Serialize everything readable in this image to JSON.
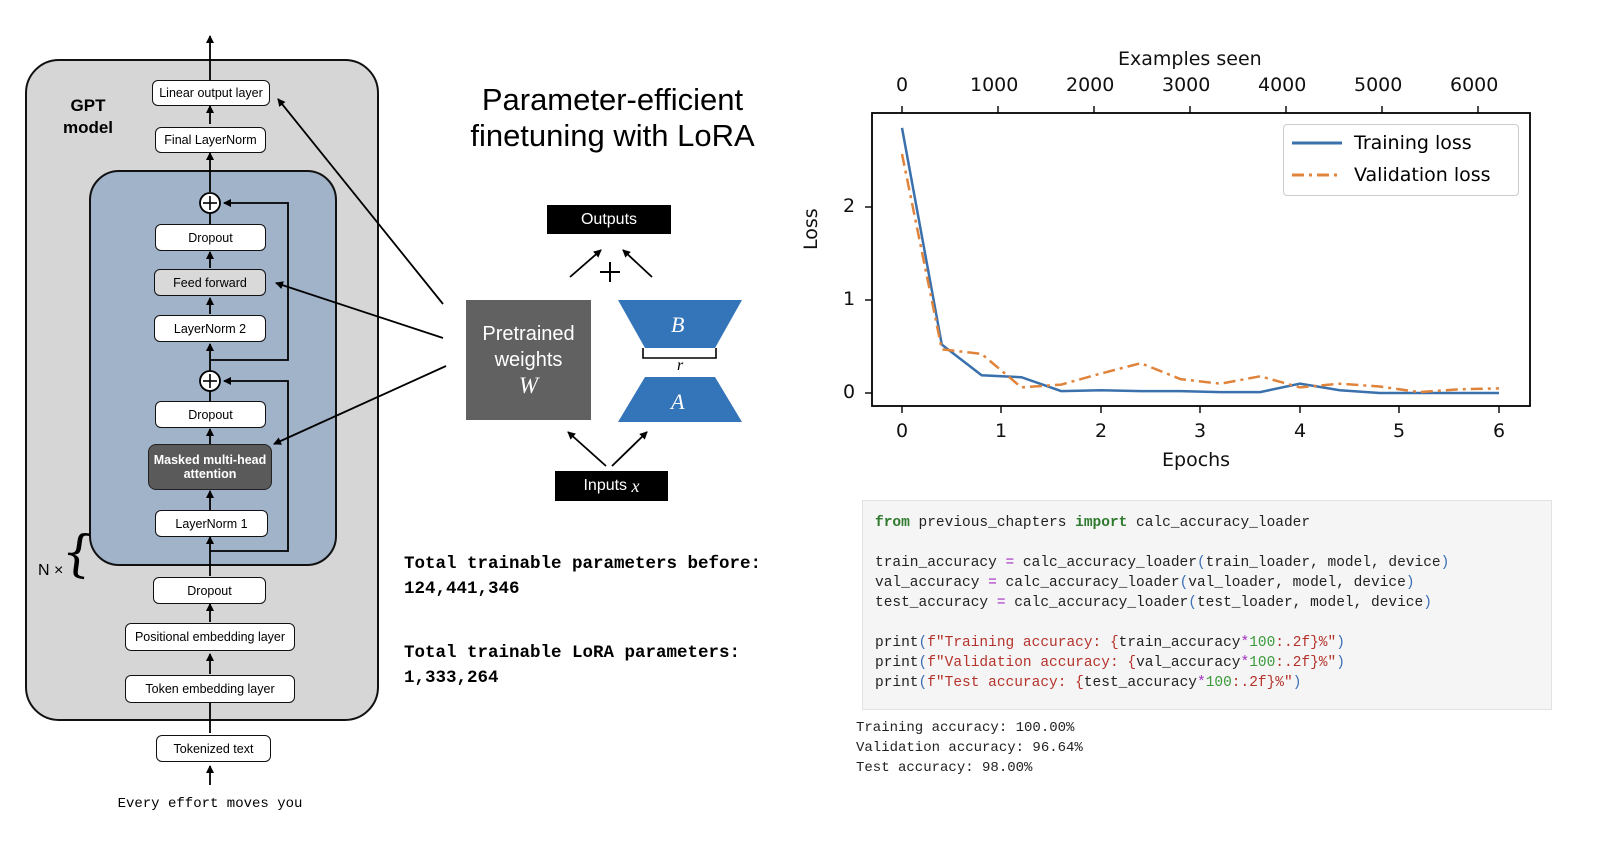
{
  "gpt_model": {
    "title_line1": "GPT",
    "title_line2": "model",
    "repeat_label": "N ×",
    "input_text": "Every effort moves you",
    "layers": {
      "linear_output": "Linear output layer",
      "final_layernorm": "Final LayerNorm",
      "dropout_top": "Dropout",
      "feed_forward": "Feed forward",
      "layernorm2": "LayerNorm 2",
      "dropout_mid": "Dropout",
      "mha_line1": "Masked multi-head",
      "mha_line2": "attention",
      "layernorm1": "LayerNorm 1",
      "dropout_emb": "Dropout",
      "positional_embedding": "Positional embedding layer",
      "token_embedding": "Token embedding layer",
      "tokenized_text": "Tokenized text"
    }
  },
  "lora": {
    "title_line1": "Parameter-efficient",
    "title_line2": "finetuning with LoRA",
    "outputs_label": "Outputs",
    "plus_symbol": "+",
    "pretrained_line1": "Pretrained",
    "pretrained_line2": "weights",
    "pretrained_symbol": "W",
    "matrix_b": "B",
    "matrix_a": "A",
    "rank_symbol": "r",
    "inputs_label": "Inputs",
    "inputs_symbol": "x",
    "colors": {
      "lora_blue": "#3474b8",
      "pretrained_gray": "#616161"
    }
  },
  "parameters": {
    "before_label": "Total trainable parameters before:",
    "before_value": "124,441,346",
    "lora_label": "Total trainable LoRA parameters:",
    "lora_value": "1,333,264"
  },
  "chart_data": {
    "type": "line",
    "title": "",
    "xlabel": "Epochs",
    "ylabel": "Loss",
    "x2label": "Examples seen",
    "xlim": [
      -0.3,
      6.3
    ],
    "ylim": [
      -0.13,
      2.98
    ],
    "x_ticks": [
      0,
      1,
      2,
      3,
      4,
      5,
      6
    ],
    "y_ticks": [
      0,
      1,
      2
    ],
    "x2_ticks": [
      0,
      1000,
      2000,
      3000,
      4000,
      5000,
      6000
    ],
    "grid": false,
    "legend_position": "upper right",
    "x": [
      0,
      0.4,
      0.8,
      1.2,
      1.6,
      2.0,
      2.4,
      2.8,
      3.2,
      3.6,
      4.0,
      4.4,
      4.8,
      5.2,
      5.6,
      6.0
    ],
    "series": [
      {
        "name": "Training loss",
        "color": "#3a70ac",
        "style": "solid",
        "values": [
          2.85,
          0.52,
          0.19,
          0.17,
          0.02,
          0.03,
          0.02,
          0.02,
          0.01,
          0.01,
          0.1,
          0.03,
          0.0,
          0.0,
          0.0,
          0.0
        ]
      },
      {
        "name": "Validation loss",
        "color": "#e0843c",
        "style": "dashdot",
        "values": [
          2.57,
          0.47,
          0.42,
          0.06,
          0.09,
          0.21,
          0.32,
          0.15,
          0.1,
          0.18,
          0.06,
          0.1,
          0.07,
          0.01,
          0.04,
          0.05
        ]
      }
    ]
  },
  "code": {
    "line1": {
      "kw1": "from",
      "mod": " previous_chapters ",
      "kw2": "import",
      "name": " calc_accuracy_loader"
    },
    "line3": {
      "var": "train_accuracy ",
      "eq": "=",
      "fn": " calc_accuracy_loader",
      "args": "train_loader, model, device"
    },
    "line4": {
      "var": "val_accuracy ",
      "eq": "=",
      "fn": " calc_accuracy_loader",
      "args": "val_loader, model, device"
    },
    "line5": {
      "var": "test_accuracy ",
      "eq": "=",
      "fn": " calc_accuracy_loader",
      "args": "test_loader, model, device"
    },
    "line7": {
      "fn": "print",
      "str1": "f\"Training accuracy: {",
      "expr": "train_accuracy",
      "mul": "*",
      "num": "100",
      "str2": ":.2f}%\""
    },
    "line8": {
      "fn": "print",
      "str1": "f\"Validation accuracy: {",
      "expr": "val_accuracy",
      "mul": "*",
      "num": "100",
      "str2": ":.2f}%\""
    },
    "line9": {
      "fn": "print",
      "str1": "f\"Test accuracy: {",
      "expr": "test_accuracy",
      "mul": "*",
      "num": "100",
      "str2": ":.2f}%\""
    }
  },
  "output": {
    "training": "Training accuracy: 100.00%",
    "validation": "Validation accuracy: 96.64%",
    "test": "Test accuracy: 98.00%"
  }
}
